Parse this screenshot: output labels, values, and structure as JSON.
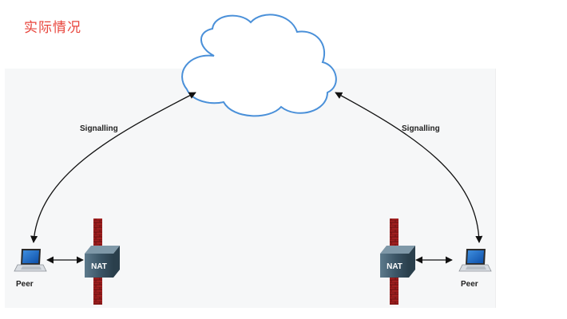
{
  "header": {
    "title": "实际情况"
  },
  "diagram": {
    "signalling_left": "Signalling",
    "signalling_right": "Signalling",
    "peer_left_label": "Peer",
    "peer_right_label": "Peer",
    "nat_left_label": "NAT",
    "nat_right_label": "NAT",
    "icons": {
      "cloud": "cloud-icon",
      "peer": "laptop-icon",
      "nat": "router-icon",
      "firewall": "firewall-icon"
    },
    "colors": {
      "cloud_stroke": "#4a90d9",
      "title": "#e8453c",
      "firewall": "#9b1c1c",
      "router": "#3b5566"
    }
  }
}
